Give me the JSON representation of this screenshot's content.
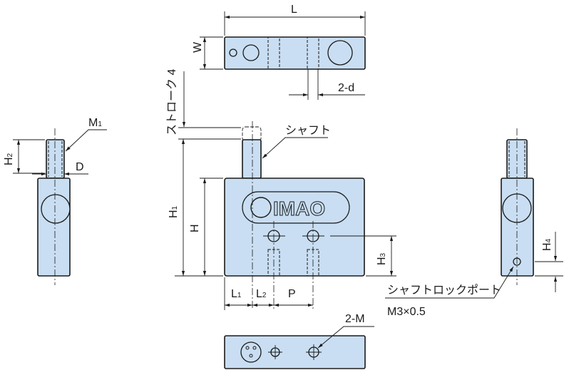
{
  "labels": {
    "L": "L",
    "W": "W",
    "two_d": "2-d",
    "stroke": "ストローク 4",
    "shaft": "シャフト",
    "M1": "M",
    "M1_sub": "1",
    "H2": "H",
    "H2_sub": "2",
    "D": "D",
    "H1": "H",
    "H1_sub": "1",
    "H": "H",
    "H3": "H",
    "H3_sub": "3",
    "H4": "H",
    "H4_sub": "4",
    "L1": "L",
    "L1_sub": "1",
    "L2": "L",
    "L2_sub": "2",
    "P": "P",
    "lock_port": "シャフトロックポート",
    "lock_port_spec": "M3×0.5",
    "two_M": "2-M",
    "logo": "IMAO"
  },
  "colors": {
    "part_fill": "#c9def2"
  }
}
